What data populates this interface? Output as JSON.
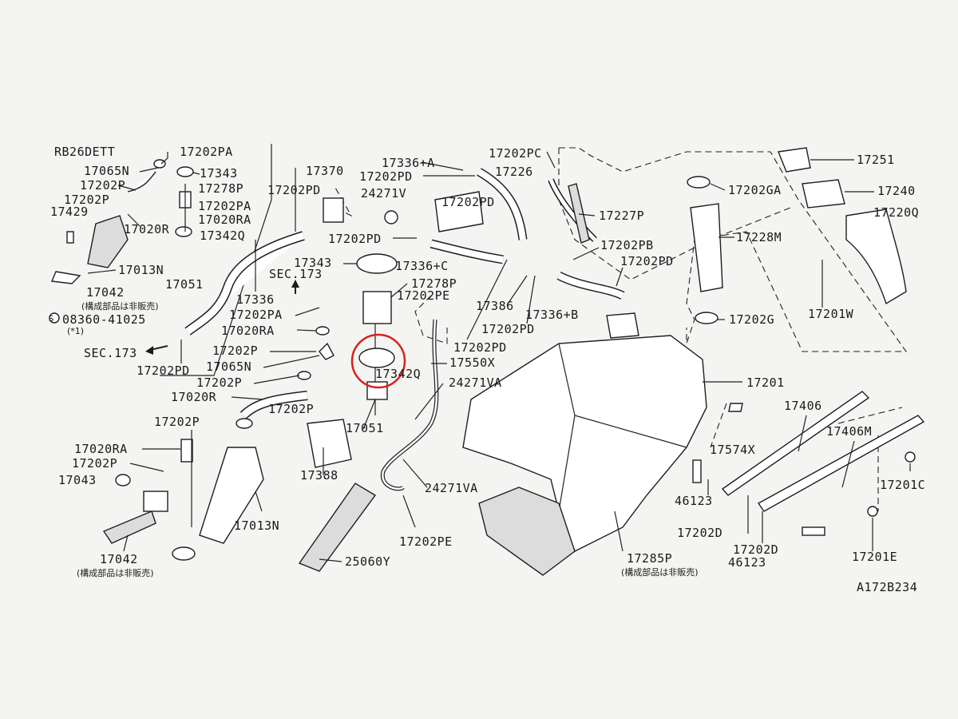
{
  "diagram": {
    "engine_code": "RB26DETT",
    "figure_code": "A172B234",
    "note_not_sold": "構成部品は非販売",
    "note_ref": "(*1)",
    "screw_symbol": "S",
    "accent_circle_color": "#d9211c",
    "labels": {
      "sec173_left": "SEC.173",
      "sec173_mid": "SEC.173",
      "p17202PA_top": "17202PA",
      "p17065N_a": "17065N",
      "p17343_a": "17343",
      "p17202P_a": "17202P",
      "p17278P_a": "17278P",
      "p17202P_b": "17202P",
      "p17202PA_b": "17202PA",
      "p17429": "17429",
      "p17020RA_a": "17020RA",
      "p17020R_a": "17020R",
      "p17342Q_a": "17342Q",
      "p17013N_a": "17013N",
      "p17051_a": "17051",
      "p17042_a": "17042",
      "p08360": "08360-41025",
      "p17370": "17370",
      "p17202PD_a": "17202PD",
      "p17336_a": "17336",
      "p17202PA_c": "17202PA",
      "p17020RA_b": "17020RA",
      "p17202P_c": "17202P",
      "p17065N_b": "17065N",
      "p17202P_d": "17202P",
      "p17020R_b": "17020R",
      "p17202PD_b": "17202PD",
      "p17202P_e": "17202P",
      "p17202P_f": "17202P",
      "p17020RA_c": "17020RA",
      "p17202P_g": "17202P",
      "p17043": "17043",
      "p17013N_b": "17013N",
      "p17042_b": "17042",
      "p17336A": "17336+A",
      "p17202PD_c": "17202PD",
      "p24271V": "24271V",
      "p17202PD_d": "17202PD",
      "p17202PD_e": "17202PD",
      "p17343_b": "17343",
      "p17336C": "17336+C",
      "p17278P_b": "17278P",
      "p17202PE_a": "17202PE",
      "p17342Q_b": "17342Q",
      "p17051_b": "17051",
      "p17550X": "17550X",
      "p24271VA_a": "24271VA",
      "p17388": "17388",
      "p24271VA_b": "24271VA",
      "p17202PE_b": "17202PE",
      "p25060Y": "25060Y",
      "p17202PC": "17202PC",
      "p17226": "17226",
      "p17227P": "17227P",
      "p17202PB": "17202PB",
      "p17202PD_f": "17202PD",
      "p17386": "17386",
      "p17336B": "17336+B",
      "p17202PD_g": "17202PD",
      "p17202PD_h": "17202PD",
      "p17251": "17251",
      "p17202GA": "17202GA",
      "p17240": "17240",
      "p17220Q": "17220Q",
      "p17228M": "17228M",
      "p17201W": "17201W",
      "p17202G": "17202G",
      "p17201": "17201",
      "p17406": "17406",
      "p17406M": "17406M",
      "p17574X": "17574X",
      "p46123_a": "46123",
      "p17201C": "17201C",
      "p17202D_a": "17202D",
      "p17202D_b": "17202D",
      "p46123_b": "46123",
      "p17201E": "17201E",
      "p17285P": "17285P"
    }
  }
}
